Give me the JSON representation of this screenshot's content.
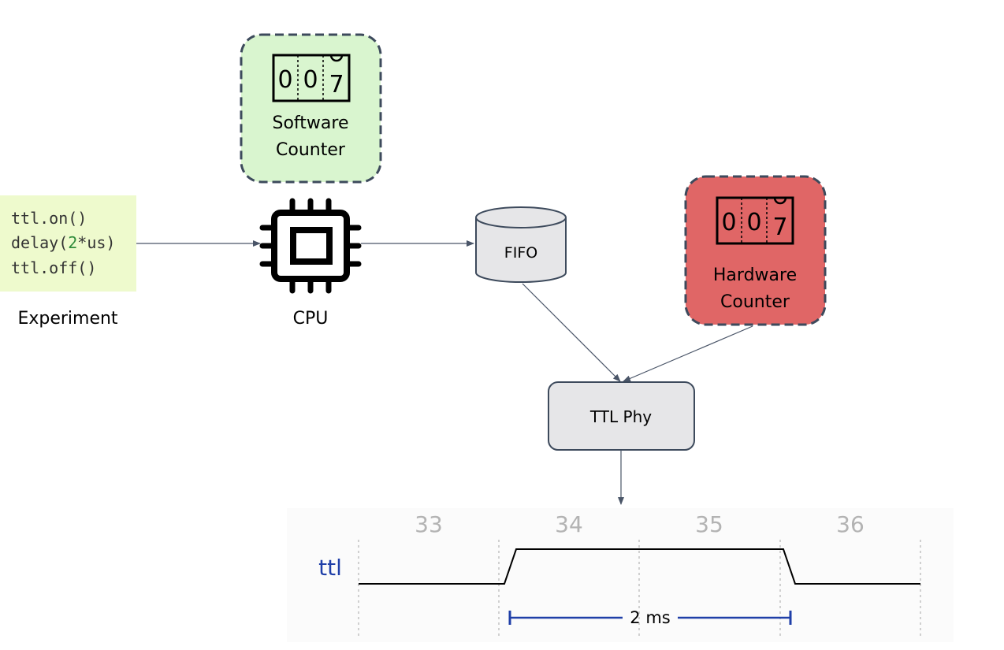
{
  "experiment": {
    "code_lines": [
      {
        "before": "ttl.on()",
        "num": "",
        "after": ""
      },
      {
        "before": "delay(",
        "num": "2",
        "after": "*us)"
      },
      {
        "before": "ttl.off()",
        "num": "",
        "after": ""
      }
    ],
    "label": "Experiment"
  },
  "cpu": {
    "label": "CPU"
  },
  "software_counter": {
    "label_line1": "Software",
    "label_line2": "Counter",
    "digits": [
      "0",
      "0",
      "7"
    ]
  },
  "hardware_counter": {
    "label_line1": "Hardware",
    "label_line2": "Counter",
    "digits": [
      "0",
      "0",
      "7"
    ]
  },
  "fifo": {
    "label": "FIFO"
  },
  "ttl_phy": {
    "label": "TTL Phy"
  },
  "timeline": {
    "signal_label": "ttl",
    "ticks": [
      "33",
      "34",
      "35",
      "36"
    ],
    "duration_label": "2 ms"
  },
  "colors": {
    "software_counter_fill": "#d9f5cf",
    "hardware_counter_fill": "#e06666",
    "code_background": "#eefacd",
    "box_border": "#3d4a5c",
    "arrow": "#4a5568",
    "signal_blue": "#1f3fa8",
    "code_number_green": "#2e8b3a"
  },
  "icons": [
    "cpu-chip-icon",
    "counter-icon",
    "database-cylinder-icon"
  ]
}
